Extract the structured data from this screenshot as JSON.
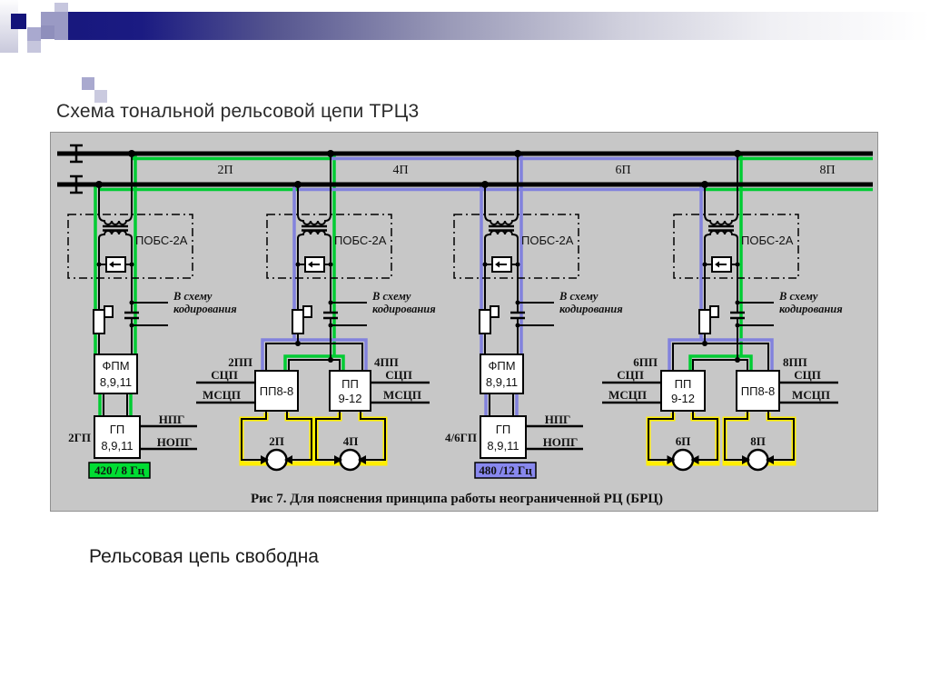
{
  "slide": {
    "title": "Схема тональной рельсовой цепи ТРЦ3",
    "status_text": "Рельсовая цепь свободна"
  },
  "diagram": {
    "caption": "Рис 7.  Для пояснения принципа работы неограниченной РЦ (БРЦ)",
    "sections": [
      {
        "label": "2П",
        "color": "#00cc33"
      },
      {
        "label": "4П",
        "color": "#8282dd"
      },
      {
        "label": "6П",
        "color": "#8282dd"
      },
      {
        "label": "8П",
        "color": "#00cc33"
      }
    ],
    "labels": {
      "transformer": "ПОБС-2А",
      "coding1": "В схему",
      "coding2": "кодирования",
      "scp": "СЦП",
      "mscp": "МСЦП",
      "npg": "НПГ",
      "nopg": "НОПГ"
    },
    "transmitters": [
      {
        "side_label": "2ГП",
        "filter_line1": "ФПМ",
        "filter_line2": "8,9,11",
        "gen_line1": "ГП",
        "gen_line2": "8,9,11",
        "freq": "420 / 8 Гц",
        "freq_color": "#00dd33"
      },
      {
        "side_label": "4/6ГП",
        "filter_line1": "ФПМ",
        "filter_line2": "8,9,11",
        "gen_line1": "ГП",
        "gen_line2": "8,9,11",
        "freq": "480 /12 Гц",
        "freq_color": "#8888ee"
      }
    ],
    "receivers": [
      {
        "left": {
          "top_label": "2ПП",
          "name": "ПП8-8",
          "relay": "2П"
        },
        "right": {
          "top_label": "4ПП",
          "name1": "ПП",
          "name2": "9-12",
          "relay": "4П"
        }
      },
      {
        "left": {
          "top_label": "6ПП",
          "name1": "ПП",
          "name2": "9-12",
          "relay": "6П"
        },
        "right": {
          "top_label": "8ПП",
          "name": "ПП8-8",
          "relay": "8П"
        }
      }
    ],
    "colors": {
      "green": "#00cc33",
      "blue": "#8282dd",
      "yellow": "#ffee00"
    }
  }
}
